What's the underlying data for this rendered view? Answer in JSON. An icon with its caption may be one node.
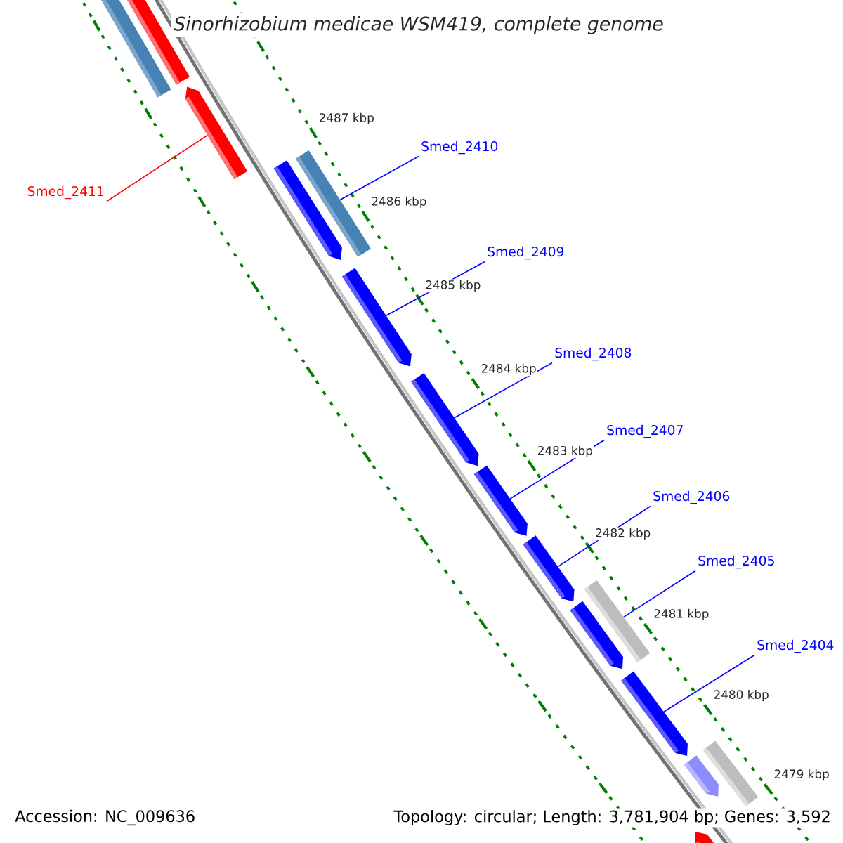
{
  "diagram": {
    "title": "Sinorhizobium medicae WSM419, complete genome",
    "nodes": [
      {
        "text": [
          "Smed_2410"
        ]
      },
      {
        "text": [
          "Smed_2411"
        ]
      },
      {
        "text": [
          "Smed_2409"
        ]
      },
      {
        "text": [
          "Smed_2408"
        ]
      },
      {
        "text": [
          "Smed_2407"
        ]
      },
      {
        "text": [
          "Smed_2406"
        ]
      },
      {
        "text": [
          "Smed_2405"
        ]
      },
      {
        "text": [
          "Smed_2404"
        ]
      },
      {
        "text": [],
        "shape": "bar"
      },
      {
        "text": [],
        "shape": "arrow"
      },
      {
        "text": [],
        "shape": "arrow"
      },
      {
        "text": [],
        "shape": "bar"
      },
      {
        "text": [],
        "shape": "arrow"
      },
      {
        "text": [],
        "shape": "arrow"
      },
      {
        "text": [],
        "shape": "arrow"
      },
      {
        "text": [],
        "shape": "arrow"
      },
      {
        "text": [],
        "shape": "arrow"
      },
      {
        "text": [],
        "shape": "bar"
      },
      {
        "text": [],
        "shape": "arrow"
      },
      {
        "text": [],
        "shape": "arrow"
      },
      {
        "text": [],
        "shape": "bar"
      },
      {
        "text": [],
        "shape": "arrow"
      },
      {
        "text": [],
        "shape": "arrow"
      }
    ],
    "edges": [
      {
        "from": 0,
        "to": 11,
        "arrow": "none"
      },
      {
        "from": 1,
        "to": 10,
        "arrow": "none",
        "color": "#ff0000"
      },
      {
        "from": 2,
        "to": 13,
        "arrow": "none"
      },
      {
        "from": 3,
        "to": 14,
        "arrow": "none"
      },
      {
        "from": 4,
        "to": 15,
        "arrow": "none"
      },
      {
        "from": 5,
        "to": 16,
        "arrow": "none"
      },
      {
        "from": 6,
        "to": 17,
        "arrow": "none"
      },
      {
        "from": 7,
        "to": 19,
        "arrow": "none"
      }
    ],
    "labels": [
      "2487 kbp",
      "2486 kbp",
      "2485 kbp",
      "2484 kbp",
      "2483 kbp",
      "2482 kbp",
      "2481 kbp",
      "2480 kbp",
      "2479 kbp",
      "Accession: NC_009636",
      "Topology: circular; Length: 3,781,904 bp; Genes: 3,592"
    ]
  }
}
